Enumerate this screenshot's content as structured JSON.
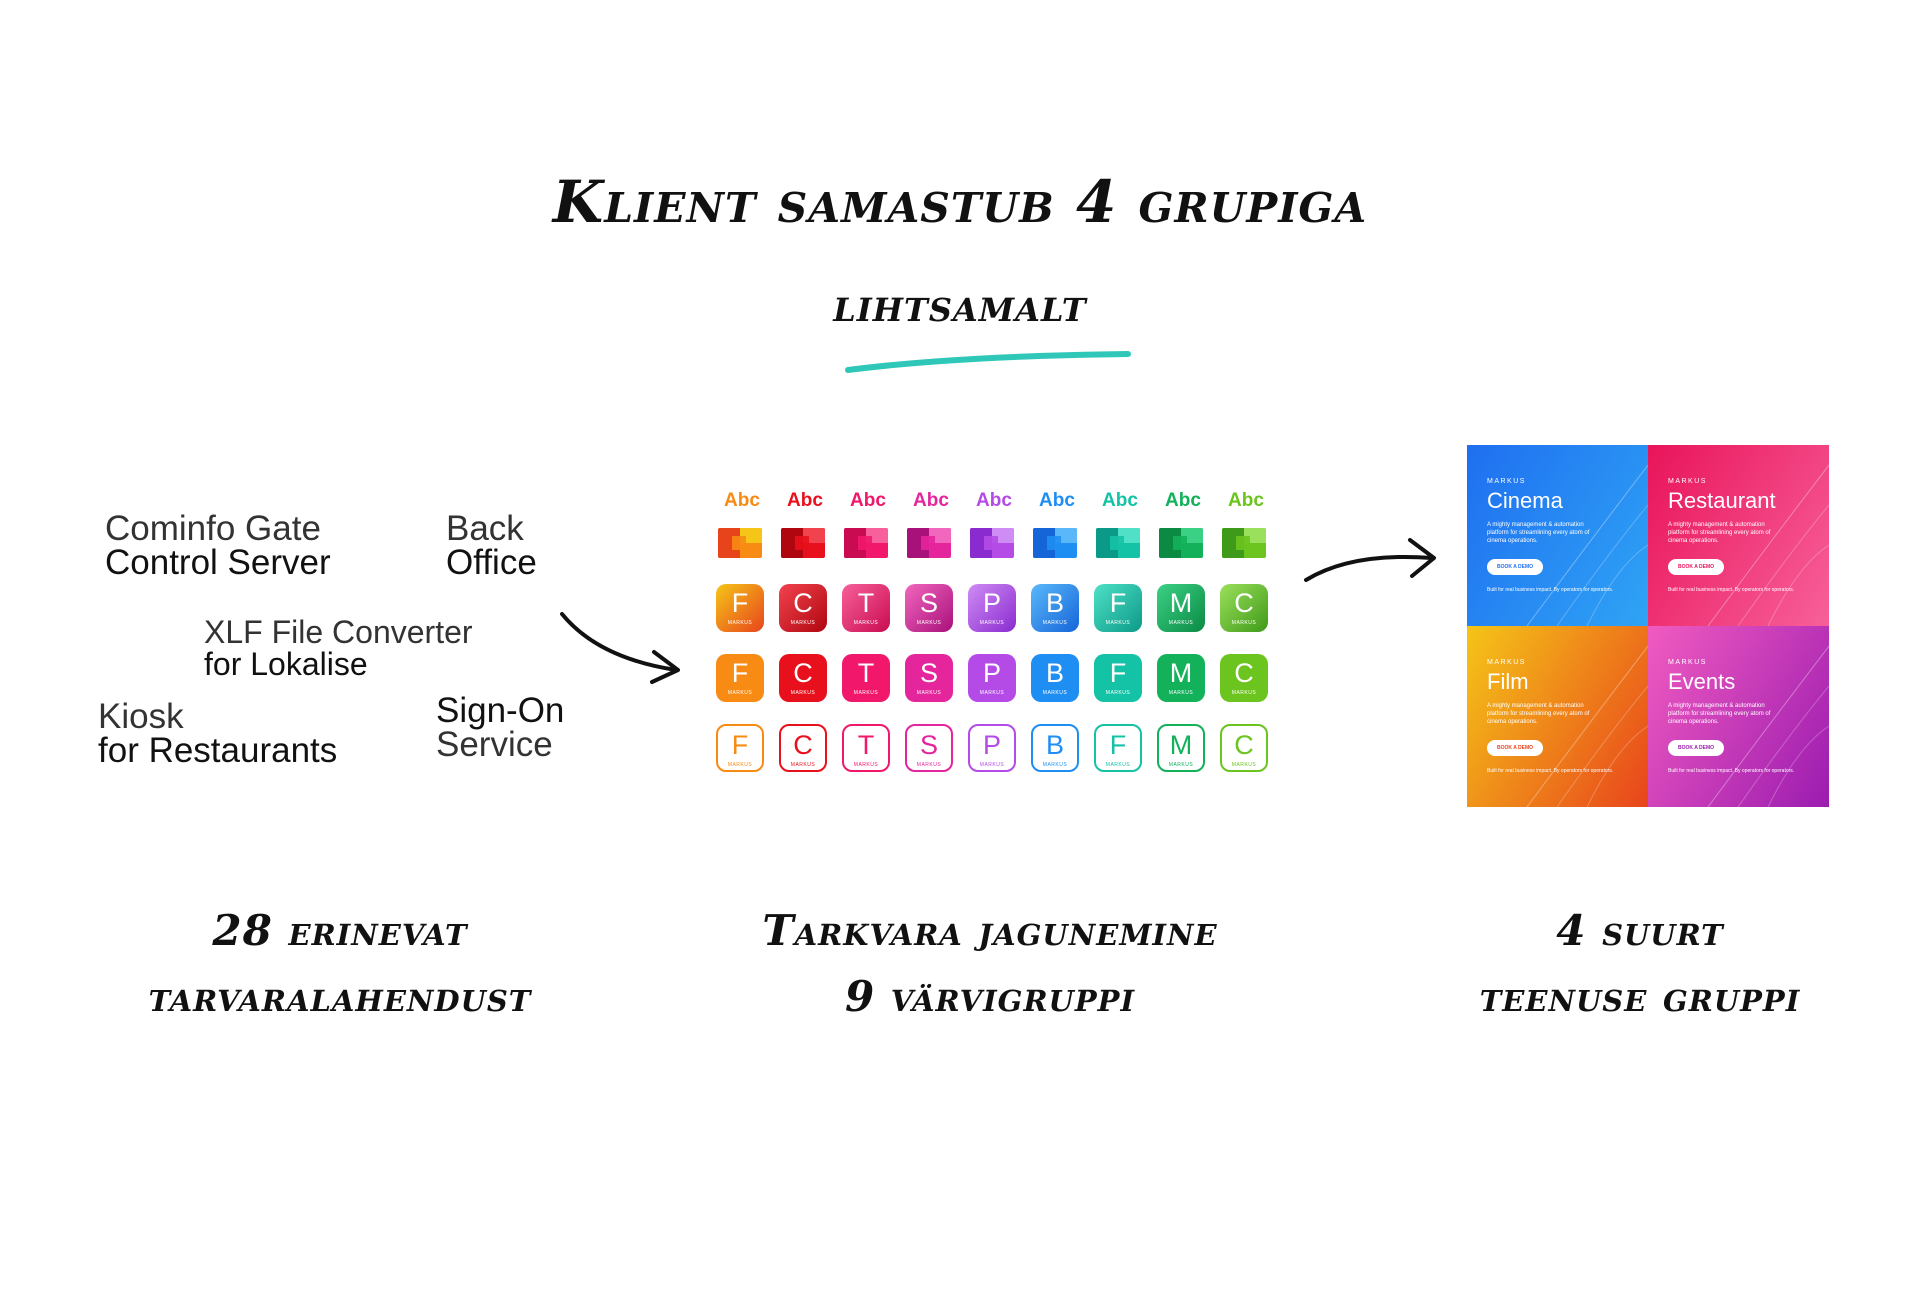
{
  "title": "Klient samastub 4 grupiga",
  "subtitle": "lihtsamalt",
  "colors": {
    "accent_underline": "#2fc7b8",
    "ink": "#111111"
  },
  "products": [
    {
      "line1": "Cominfo Gate",
      "line2": "Control Server"
    },
    {
      "line1": "Back",
      "line2": "Office"
    },
    {
      "line1": "XLF File Converter",
      "line2": "for Lokalise"
    },
    {
      "line1": "Kiosk",
      "line2": "for Restaurants"
    },
    {
      "line1": "Sign-On",
      "line2": "Service"
    }
  ],
  "palette": {
    "abc_label": "Abc",
    "brand_mark": "MARKUS",
    "columns": [
      {
        "letter": "F",
        "color": "#f78b14",
        "color2": "#f5c518",
        "color3": "#e8441c"
      },
      {
        "letter": "C",
        "color": "#e8101c",
        "color2": "#f1434e",
        "color3": "#b0060f"
      },
      {
        "letter": "T",
        "color": "#f1176a",
        "color2": "#f7609a",
        "color3": "#c90c52"
      },
      {
        "letter": "S",
        "color": "#e4259b",
        "color2": "#f267be",
        "color3": "#a8107a"
      },
      {
        "letter": "P",
        "color": "#b44be6",
        "color2": "#cf8cf4",
        "color3": "#8a2bd0"
      },
      {
        "letter": "B",
        "color": "#1f8ef3",
        "color2": "#5ab8fa",
        "color3": "#1565d8"
      },
      {
        "letter": "F",
        "color": "#14c2a6",
        "color2": "#4fe0c7",
        "color3": "#0b9a87"
      },
      {
        "letter": "M",
        "color": "#12b15a",
        "color2": "#3bd184",
        "color3": "#0b8a44"
      },
      {
        "letter": "C",
        "color": "#6cc41e",
        "color2": "#9be05c",
        "color3": "#3e9a18"
      }
    ]
  },
  "tiles": [
    {
      "brand": "MARKUS",
      "name": "Cinema",
      "desc": "A mighty management & automation platform for streamlining every atom of cinema operations.",
      "button": "BOOK A DEMO",
      "foot": "Built for real business impact. By operators for operators.",
      "c1": "#1f6ff0",
      "c2": "#2fa4f5"
    },
    {
      "brand": "MARKUS",
      "name": "Restaurant",
      "desc": "A mighty management & automation platform for streamlining every atom of cinema operations.",
      "button": "BOOK A DEMO",
      "foot": "Built for real business impact. By operators for operators.",
      "c1": "#e9145a",
      "c2": "#f7609a"
    },
    {
      "brand": "MARKUS",
      "name": "Film",
      "desc": "A mighty management & automation platform for streamlining every atom of cinema operations.",
      "button": "BOOK A DEMO",
      "foot": "Built for real business impact. By operators for operators.",
      "c1": "#e8441c",
      "c2": "#f5c518"
    },
    {
      "brand": "MARKUS",
      "name": "Events",
      "desc": "A mighty management & automation platform for streamlining every atom of cinema operations.",
      "button": "BOOK A DEMO",
      "foot": "Built for real business impact. By operators for operators.",
      "c1": "#9b1cb0",
      "c2": "#f15bc0"
    }
  ],
  "captions": {
    "left": {
      "line1": "28 erinevat",
      "line2": "tarvaralahendust"
    },
    "middle": {
      "line1": "Tarkvara jagunemine",
      "line2": "9 värvigruppi"
    },
    "right": {
      "line1": "4 suurt",
      "line2": "teenuse gruppi"
    }
  }
}
